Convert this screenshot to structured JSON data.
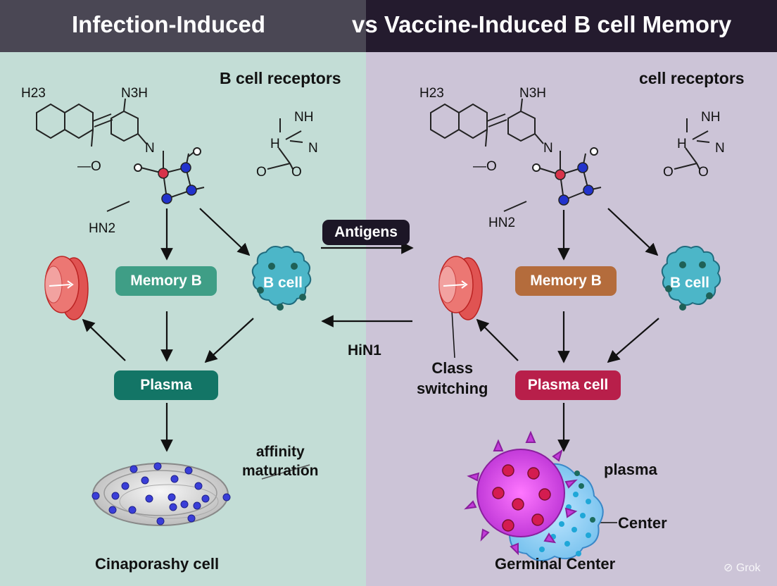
{
  "header": {
    "left_title": "Infection-Induced",
    "right_title": "vs  Vaccine-Induced B cell Memory"
  },
  "left": {
    "receptors_label": "B cell receptors",
    "chem_h23": "H23",
    "chem_n3h": "N3H",
    "chem_n": "N",
    "chem_o": "O",
    "chem_hn2": "HN2",
    "chem_nh": "NH",
    "chem_h": "H",
    "memory_b": "Memory B",
    "b_cell": "B cell",
    "plasma": "Plasma",
    "affinity": "affinity\nmaturation",
    "bottom_label": "Cinaporashy cell"
  },
  "center": {
    "antigens": "Antigens",
    "hin1": "HiN1"
  },
  "right": {
    "receptors_label": "cell receptors",
    "memory_b": "Memory B",
    "b_cell": "B cell",
    "class_switching": "Class\nswitching",
    "plasma_cell": "Plasma cell",
    "plasma": "plasma",
    "center": "Center",
    "bottom_label": "Germinal Center"
  },
  "watermark": "Grok",
  "colors": {
    "memory_left": "#3f9e86",
    "plasma_left": "#137566",
    "memory_right": "#b46c3c",
    "plasma_right": "#b81f4a",
    "b_cell_fill": "#4cb6c8",
    "antigens_bg": "#1c1626"
  }
}
